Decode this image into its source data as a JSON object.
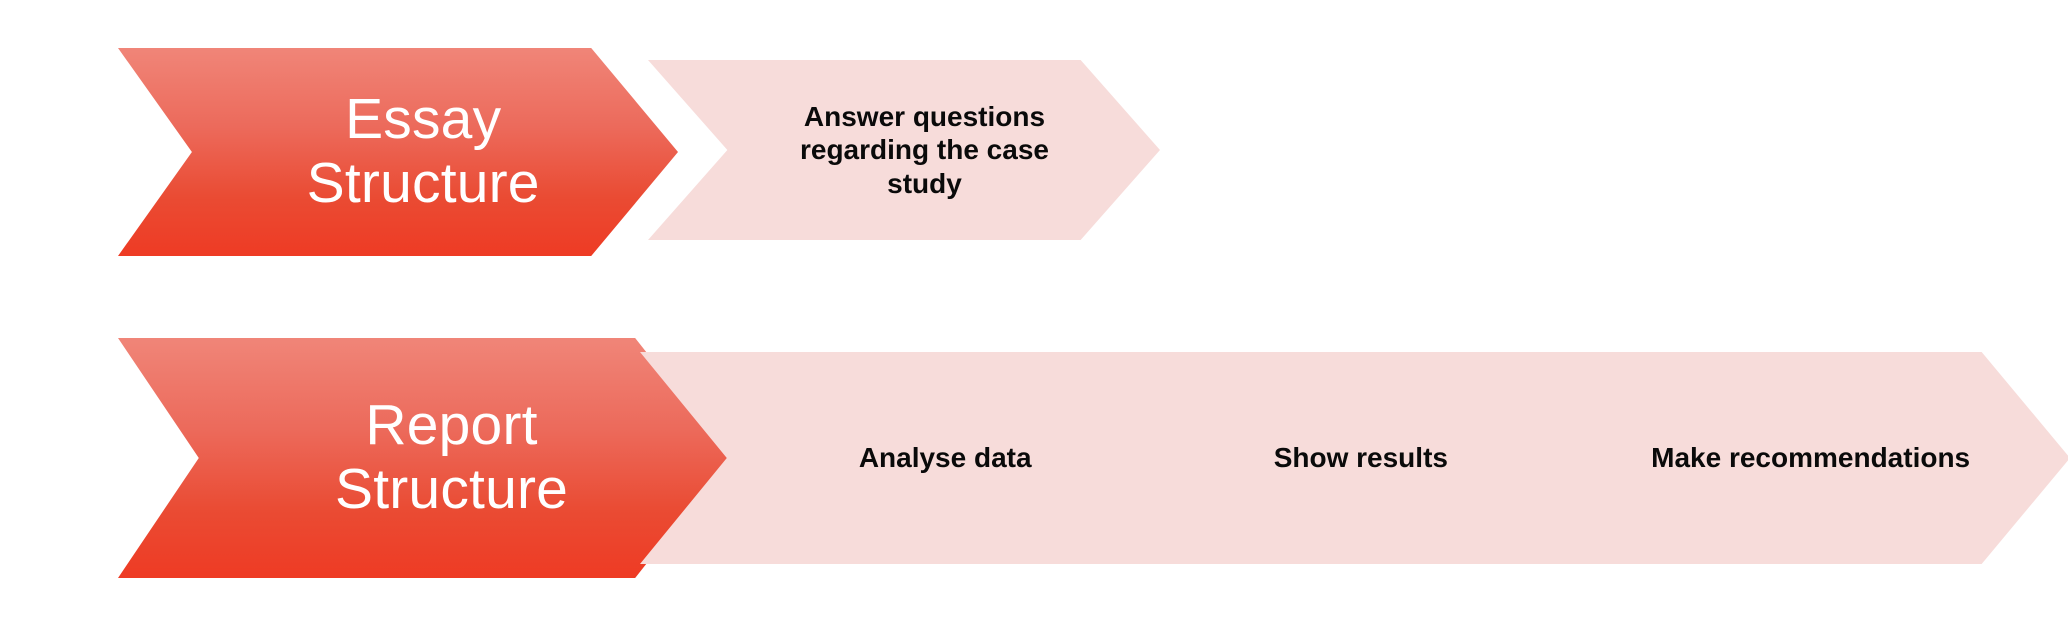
{
  "diagram": {
    "type": "chevron-process-flow",
    "background_color": "#FFFFFF",
    "palette": {
      "header_gradient_top": "#F08578",
      "header_gradient_bottom": "#EE3B24",
      "step_fill": "#F7DCDA",
      "header_text": "#FFFFFF",
      "step_text": "#0A0A0A"
    },
    "rows": [
      {
        "id": "essay",
        "header": {
          "label": "Essay\nStructure",
          "line1": "Essay",
          "line2": "Structure"
        },
        "steps": [
          {
            "label": "Answer questions regarding the case study"
          }
        ]
      },
      {
        "id": "report",
        "header": {
          "label": "Report\nStructure",
          "line1": "Report",
          "line2": "Structure"
        },
        "steps": [
          {
            "label": "Analyse data"
          },
          {
            "label": "Show results"
          },
          {
            "label": "Make recommendations"
          }
        ]
      }
    ]
  }
}
